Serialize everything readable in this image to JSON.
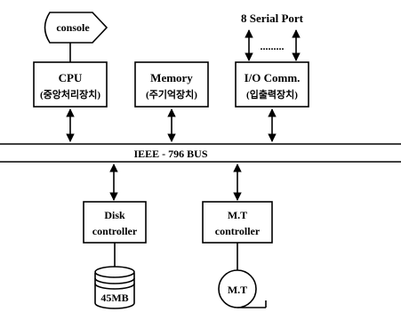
{
  "console": {
    "label": "console"
  },
  "serial": {
    "label": "8 Serial Port",
    "dots": "........."
  },
  "cpu": {
    "title": "CPU",
    "subtitle": "(중앙처리장치)"
  },
  "memory": {
    "title": "Memory",
    "subtitle": "(주기억장치)"
  },
  "io": {
    "title": "I/O Comm.",
    "subtitle": "(입출력장치)"
  },
  "bus": {
    "label": "IEEE - 796 BUS"
  },
  "disk": {
    "line1": "Disk",
    "line2": "controller",
    "storage": "45MB"
  },
  "mt": {
    "line1": "M.T",
    "line2": "controller",
    "tape": "M.T"
  }
}
